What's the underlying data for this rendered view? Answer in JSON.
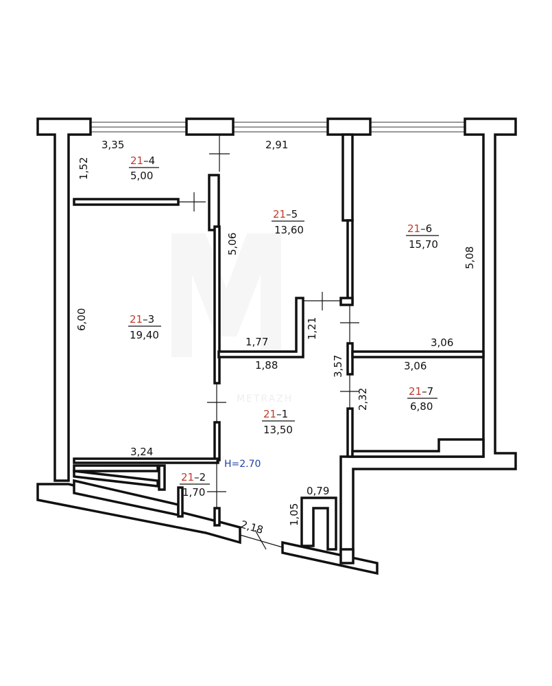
{
  "colors": {
    "wall": "#111111",
    "room_prefix": "#c0392b",
    "height_label": "#1f3fa8",
    "watermark": "#d9d9d9"
  },
  "rooms": [
    {
      "prefix": "21",
      "num": "–4",
      "area": "5,00"
    },
    {
      "prefix": "21",
      "num": "–5",
      "area": "13,60"
    },
    {
      "prefix": "21",
      "num": "–6",
      "area": "15,70"
    },
    {
      "prefix": "21",
      "num": "–3",
      "area": "19,40"
    },
    {
      "prefix": "21",
      "num": "–1",
      "area": "13,50"
    },
    {
      "prefix": "21",
      "num": "–7",
      "area": "6,80"
    },
    {
      "prefix": "21",
      "num": "–2",
      "area": "1,70"
    }
  ],
  "dimensions": {
    "d335": "3,35",
    "d291": "2,91",
    "d152": "1,52",
    "d506": "5,06",
    "d508": "5,08",
    "d600": "6,00",
    "d177": "1,77",
    "d188": "1,88",
    "d121": "1,21",
    "d306a": "3,06",
    "d306b": "3,06",
    "d357": "3,57",
    "d232": "2,32",
    "d324": "3,24",
    "d079": "0,79",
    "d105": "1,05",
    "d218": "2,18"
  },
  "height_label": "H=2.70",
  "watermark": "METRAZH"
}
